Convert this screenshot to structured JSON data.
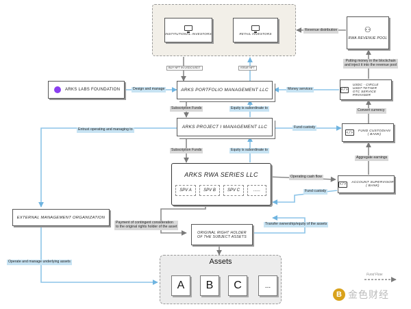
{
  "nodes": {
    "institutional": "INSTITUTIONAL INVESTORS",
    "retail": "RETAIL INVESTORS",
    "revenue_pool": "RWA REVENUE POOL",
    "lab_foundation": "ARKS  LABS FOUNDATION",
    "portfolio_mgmt": "ARKS  PORTFOLIO MANAGEMENT LLC",
    "stablecoin": "USDC - CIRCLE\nUSDT-TETHER\nOTC SERVICE PROVIDER",
    "project_mgmt": "ARKS  PROJECT I MANAGEMENT LLC",
    "fund_custodian": "FUND CUSTODIAN\n( BANK)",
    "rwa_series": "ARKS RWA SERIES LLC",
    "account_supervisor": "ACCOUNT SUPERVISOR\n( BANK)",
    "external_org": "EXTERNAL MANAGEMENT ORGANIZATION",
    "right_holder": "ORIGINAL RIGHT HOLDER\nOF THE SUBJECT ASSETS"
  },
  "spvs": [
    "SPV A",
    "SPV B",
    "SPV C",
    "......"
  ],
  "assets": {
    "title": "Assets",
    "items": [
      "A",
      "B",
      "C",
      "..."
    ]
  },
  "edges": {
    "revenue_distribution": "Revenue distribution",
    "buy_nft": "BUY NFT IN USDC/USDT",
    "issue_nft": "ISSUE NFT",
    "design_manage": "Design and manage",
    "money_services": "Money services",
    "putting_money": "Putting money in the blockchain\nand inject it into the revenue pool",
    "convert_currency": "Convert currency",
    "subscription_funds_1": "Subscription Funds",
    "equity_sub_1": "Equity is subordinate to",
    "entrust": "Entrust operating and managing to",
    "fund_custody_1": "Fund custody",
    "subscription_funds_2": "Subscription Funds",
    "equity_sub_2": "Equity is subordinate to",
    "aggregate": "Aggregate earnings",
    "operating_cash": "Operating cash flow",
    "fund_custody_2": "Fund custody",
    "contingent": "Payment of contingent consideration\nto the original rights holder of the asset",
    "transfer": "Transfer ownership/equity of the assets",
    "operate_assets": "Operate and manage underlying assets"
  },
  "legend": {
    "fund_flow": "Fund Flow"
  },
  "watermark": "金色财经",
  "colors": {
    "blue_arrow": "#8cc4e8",
    "grey_arrow": "#8a8a8a",
    "blue_label": "#c7e3f3",
    "grey_label": "#d8d8d8",
    "purple_dot": "#8a3ff0",
    "watermark_gold": "#d9a21b"
  }
}
